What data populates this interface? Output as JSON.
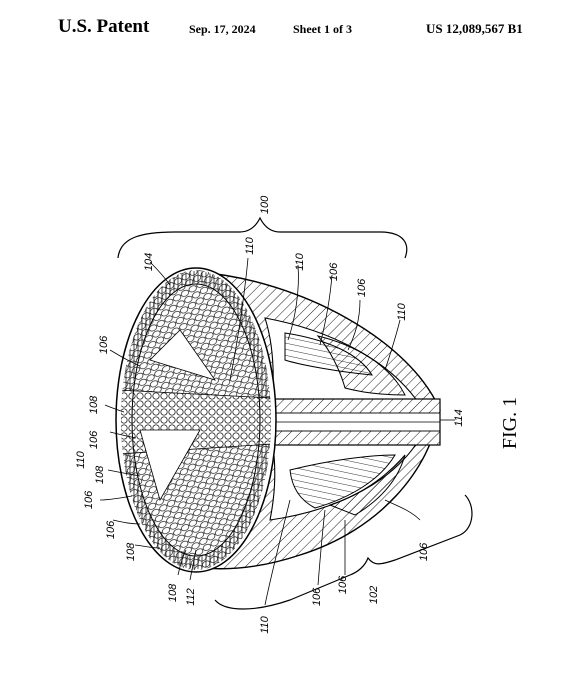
{
  "header": {
    "title": "U.S. Patent",
    "date": "Sep. 17, 2024",
    "sheet": "Sheet 1 of 3",
    "patent_number": "US 12,089,567 B1"
  },
  "figure": {
    "caption": "FIG. 1",
    "labels": {
      "l100": "100",
      "l102": "102",
      "l104": "104",
      "l110a": "110",
      "l110b": "110",
      "l110c": "110",
      "l110d": "110",
      "l110e": "110",
      "l106a": "106",
      "l106b": "106",
      "l106c": "106",
      "l106d": "106",
      "l106e": "106",
      "l106f": "106",
      "l106g": "106",
      "l106h": "106",
      "l106i": "106",
      "l108a": "108",
      "l108b": "108",
      "l108c": "108",
      "l108d": "108",
      "l112": "112",
      "l114": "114"
    }
  }
}
